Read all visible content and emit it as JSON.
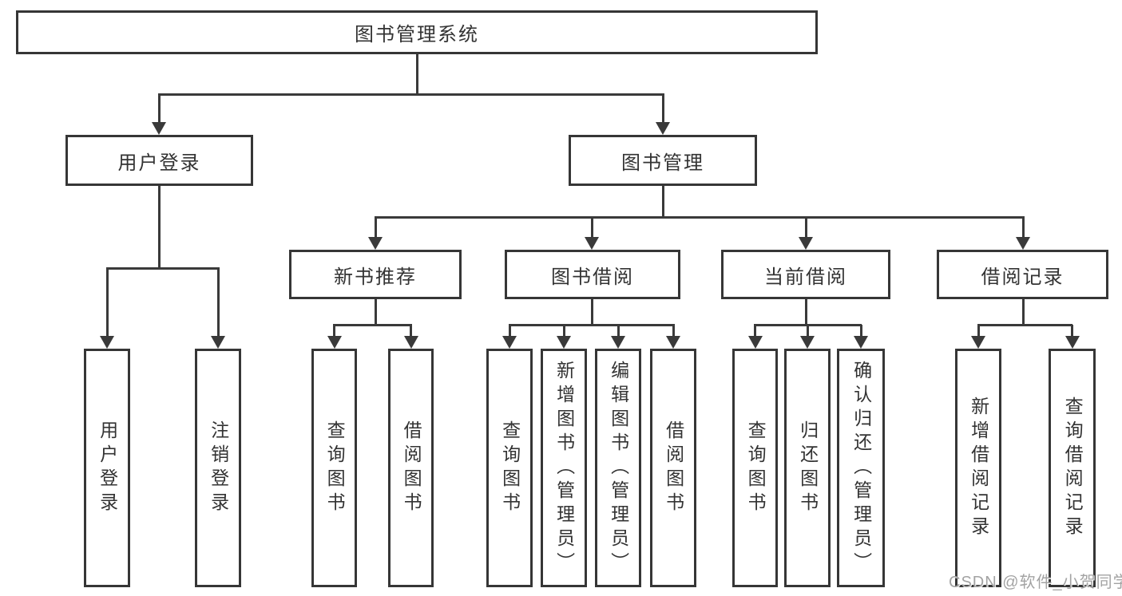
{
  "diagram": {
    "root": {
      "label": "图书管理系统"
    },
    "level2": [
      {
        "label": "用户登录"
      },
      {
        "label": "图书管理"
      }
    ],
    "level3": [
      {
        "label": "新书推荐"
      },
      {
        "label": "图书借阅"
      },
      {
        "label": "当前借阅"
      },
      {
        "label": "借阅记录"
      }
    ],
    "leaves": [
      {
        "label": "用户登录"
      },
      {
        "label": "注销登录"
      },
      {
        "label": "查询图书"
      },
      {
        "label": "借阅图书"
      },
      {
        "label": "查询图书"
      },
      {
        "label": "新增图书（管理员）"
      },
      {
        "label": "编辑图书（管理员）"
      },
      {
        "label": "借阅图书"
      },
      {
        "label": "查询图书"
      },
      {
        "label": "归还图书"
      },
      {
        "label": "确认归还（管理员）"
      },
      {
        "label": "新增借阅记录"
      },
      {
        "label": "查询借阅记录"
      }
    ]
  },
  "watermark": {
    "text": "CSDN @软件_小贺同学"
  },
  "colors": {
    "line": "#3a3a3a",
    "box_border": "#363636",
    "text": "#333333",
    "watermark": "#a3a3a3",
    "background": "#ffffff"
  }
}
